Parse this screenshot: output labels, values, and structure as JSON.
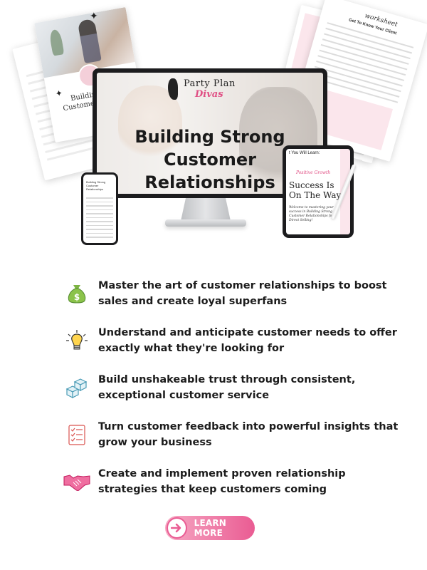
{
  "hero": {
    "brand_line1": "Party Plan",
    "brand_line2": "Divas",
    "screen_title": "Building Strong Customer Relationships",
    "left_paper_title": "Building St... Customer Relati...",
    "tablet_heading": "t You Will Learn:",
    "tablet_script": "Positive Growth",
    "tablet_title": "Success Is On The Way!",
    "tablet_body": "Welcome to mastering your success in Building Strong Customer Relationships for Direct Selling!",
    "phone_text": "Building Strong Customer Relationships",
    "right_paper_script": "worksheet",
    "right_paper_sub": "Get To Know Your Client"
  },
  "benefits": [
    {
      "icon": "money-bag-icon",
      "text": "Master the art of customer relationships to boost sales and create loyal superfans"
    },
    {
      "icon": "lightbulb-icon",
      "text": "Understand and anticipate customer needs to offer exactly what they're looking for"
    },
    {
      "icon": "building-blocks-icon",
      "text": "Build unshakeable trust through consistent, exceptional customer service"
    },
    {
      "icon": "checklist-icon",
      "text": "Turn customer feedback into powerful insights that grow your business"
    },
    {
      "icon": "handshake-icon",
      "text": "Create and implement proven relationship strategies that keep customers coming"
    }
  ],
  "cta": {
    "label": "LEARN MORE",
    "icon": "arrow-right-icon"
  },
  "colors": {
    "accent_pink": "#ea5c93",
    "light_pink": "#fbe6ec",
    "text": "#1c1c1c"
  }
}
